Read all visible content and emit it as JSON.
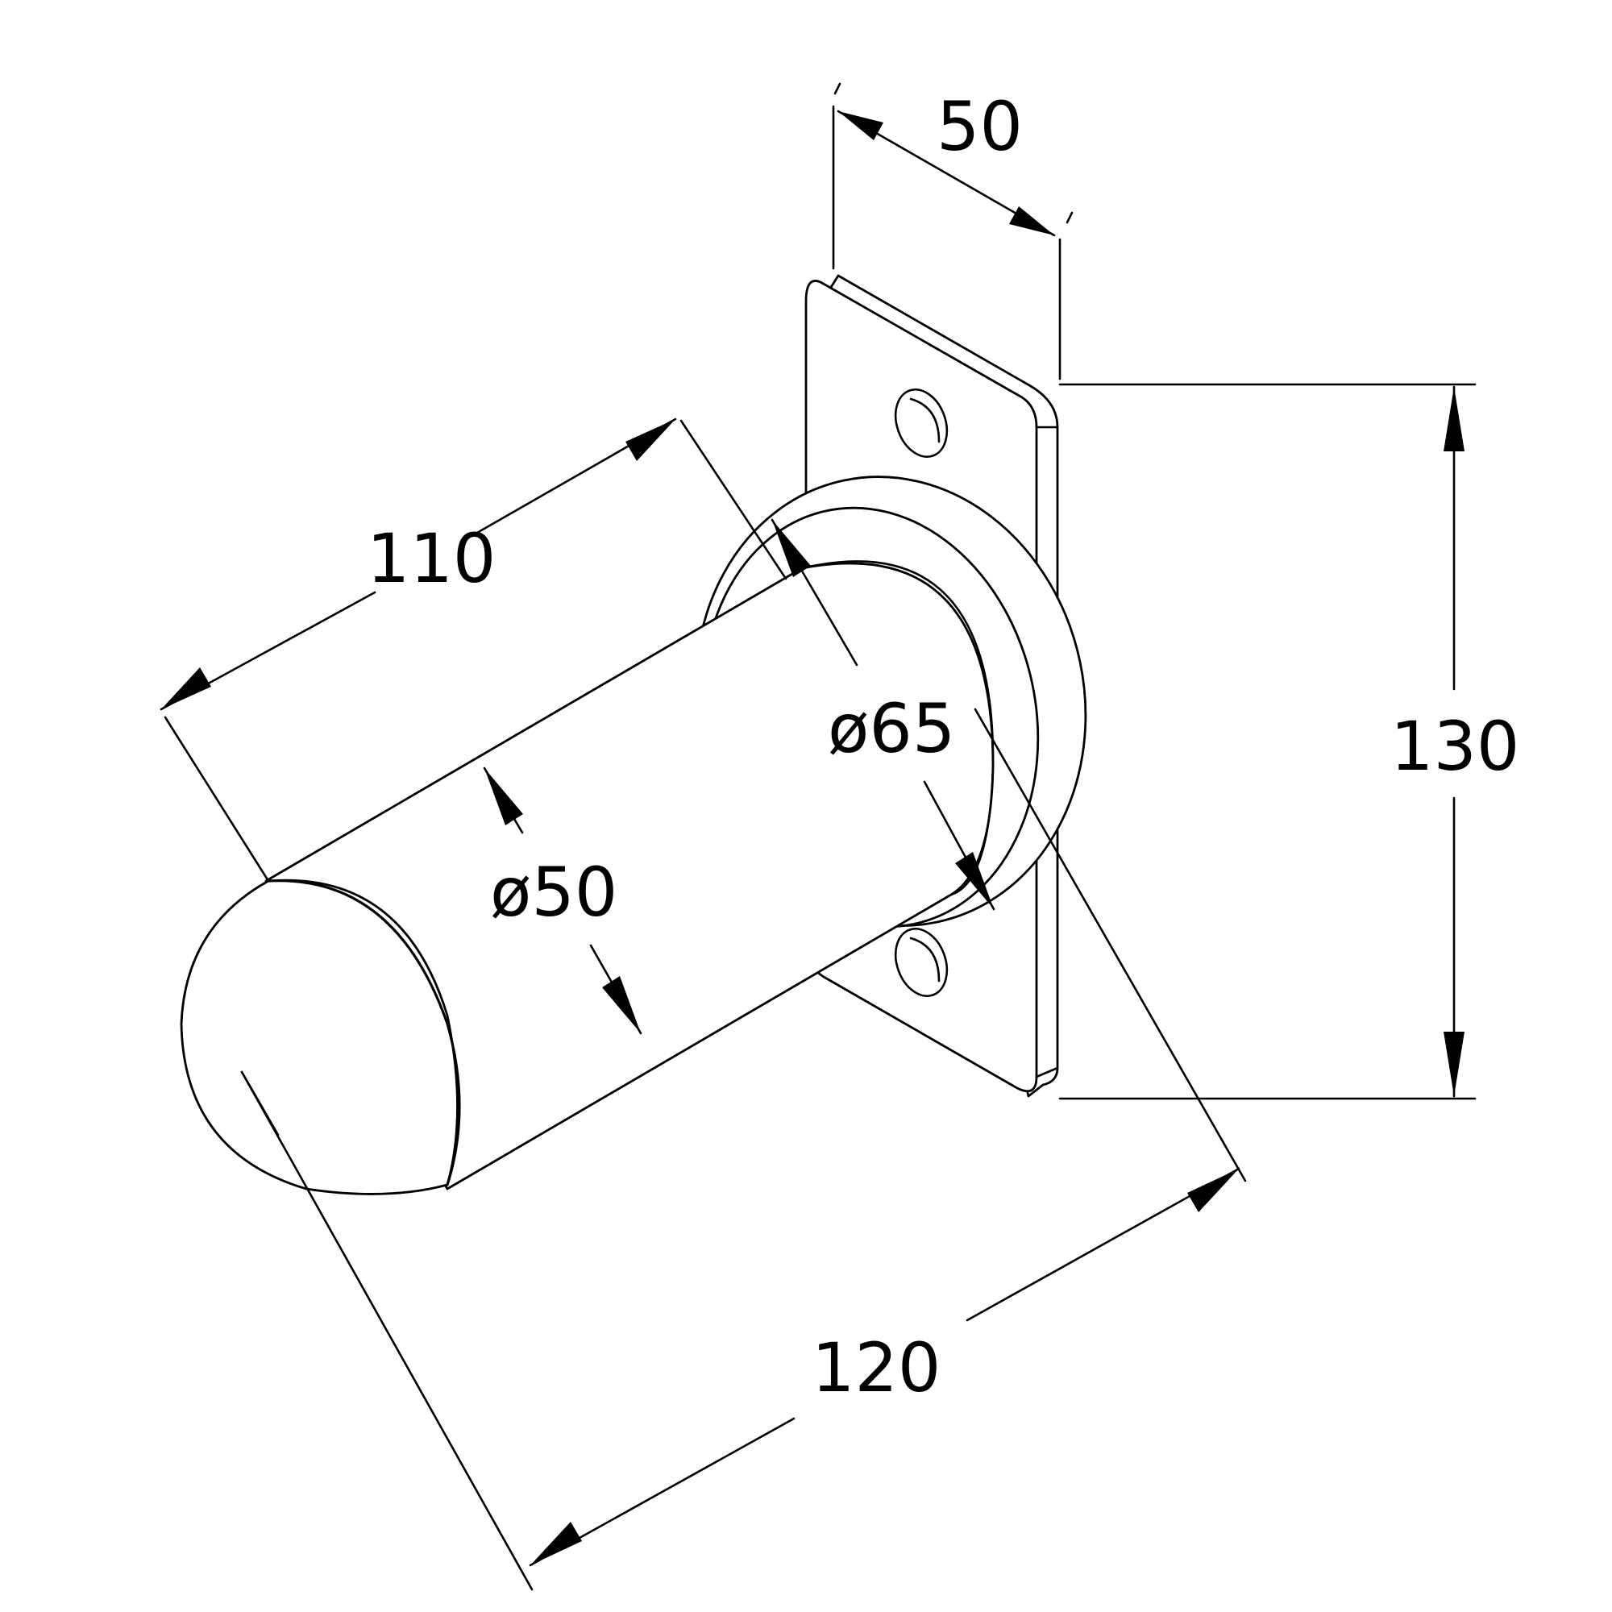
{
  "dimensions": {
    "plate_thickness": "50",
    "plate_height": "130",
    "post_length": "110",
    "overall_length": "120",
    "collar_diameter": "ø65",
    "post_diameter": "ø50"
  },
  "colors": {
    "line": "#000000",
    "background": "#ffffff"
  }
}
